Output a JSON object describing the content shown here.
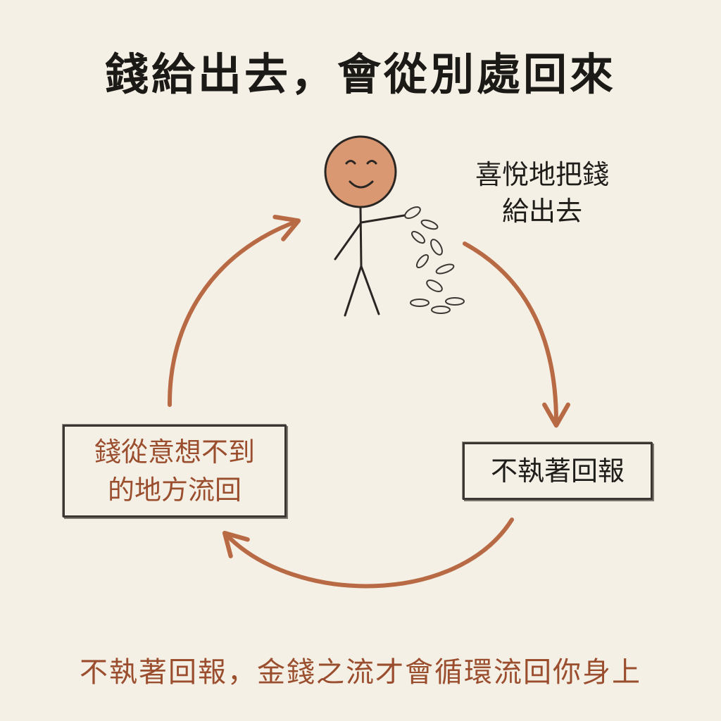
{
  "title": "錢給出去，會從別處回來",
  "person_caption": "喜悅地把錢\n給出去",
  "box_left": "錢從意想不到\n的地方流回",
  "box_right": "不執著回報",
  "footer": "不執著回報，金錢之流才會循環流回你身上",
  "colors": {
    "background": "#f5f0e6",
    "arrow": "#b86a44",
    "accent_text": "#9a4e2e",
    "face": "#d99872",
    "ink": "#1f1d1a"
  }
}
